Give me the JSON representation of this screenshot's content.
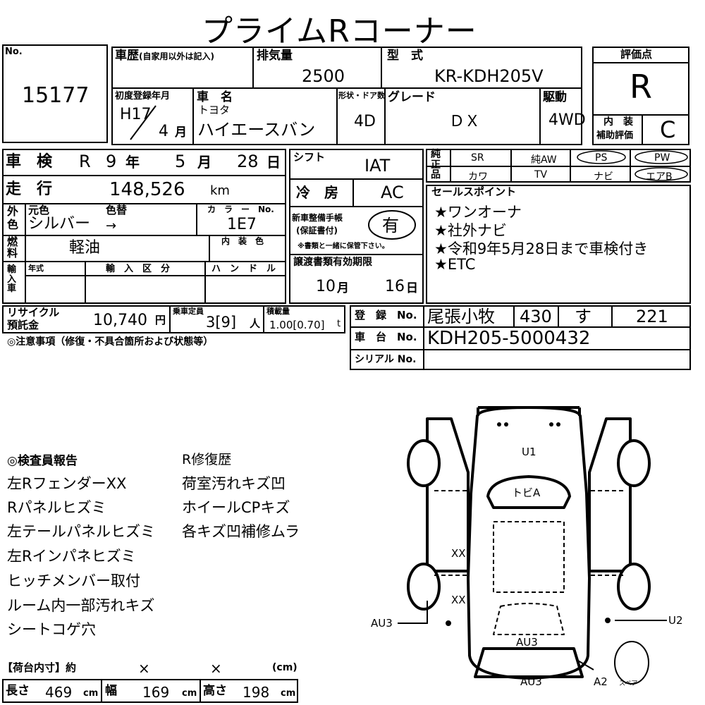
{
  "title": "プライムRコーナー",
  "lot": {
    "label": "No.",
    "number": "15177"
  },
  "history": {
    "label": "車歴",
    "note": "(自家用以外は記入)"
  },
  "displacement": {
    "label": "排気量",
    "value": "2500"
  },
  "model": {
    "label": "型　式",
    "value": "KR-KDH205V"
  },
  "rating": {
    "label": "評価点",
    "value": "R",
    "interior_label_1": "内　装",
    "interior_label_2": "補助評価",
    "interior_value": "C"
  },
  "first_reg": {
    "label": "初度登録年月",
    "year": "H17",
    "month": "4",
    "month_unit": "月"
  },
  "car_name": {
    "label": "車　名",
    "maker": "トヨタ",
    "value": "ハイエースバン"
  },
  "doors": {
    "label": "形状・ドア数",
    "value": "4D"
  },
  "grade": {
    "label": "グレード",
    "value": "ＤＸ"
  },
  "drive": {
    "label": "駆動",
    "value": "4WD"
  },
  "inspection": {
    "label": "車　検",
    "era": "R",
    "year": "9",
    "year_unit": "年",
    "month": "5",
    "month_unit": "月",
    "day": "28",
    "day_unit": "日"
  },
  "shift": {
    "label": "シフト",
    "value": "IAT"
  },
  "mileage": {
    "label": "走　行",
    "value": "148,526",
    "unit": "km"
  },
  "aircon": {
    "label": "冷　房",
    "value": "AC"
  },
  "color": {
    "label_1": "外",
    "label_2": "色",
    "orig_label": "元色",
    "change_label": "色替",
    "value": "シルバー",
    "arrow": "→",
    "code_label": "カ　ラ　ー　No.",
    "code": "1E7",
    "interior_color_label": "内　装　色"
  },
  "fuel": {
    "label_1": "燃",
    "label_2": "料",
    "value": "軽油"
  },
  "manual": {
    "label_1": "新車整備手帳",
    "label_2": "(保証書付)",
    "value": "有",
    "note": "※書類と一緒に保管下さい。"
  },
  "import": {
    "label": "輸入車",
    "year_label": "年式",
    "category_label": "輸　入　区　分",
    "handle_label": "ハ　ン　ド　ル"
  },
  "transfer": {
    "label": "譲渡書類有効期限",
    "month": "10",
    "month_unit": "月",
    "day": "16",
    "day_unit": "日"
  },
  "equipment": {
    "label": "純正品",
    "row1": [
      "SR",
      "純AW",
      "PS",
      "PW"
    ],
    "row2": [
      "カワ",
      "TV",
      "ナビ",
      "エアB"
    ]
  },
  "sales_points": {
    "label": "セールスポイント",
    "items": [
      "★ワンオーナ",
      "★社外ナビ",
      "★令和9年5月28日まで車検付き",
      "★ETC"
    ]
  },
  "recycle": {
    "label_1": "リサイクル",
    "label_2": "預託金",
    "value": "10,740",
    "unit": "円"
  },
  "capacity": {
    "label": "乗車定員",
    "value": "3[9]",
    "unit": "人"
  },
  "load": {
    "label": "積載量",
    "value": "1.00[0.70]",
    "unit": "t"
  },
  "registration": {
    "label": "登　録　No.",
    "region": "尾張小牧",
    "class": "430",
    "kana": "す",
    "number": "221"
  },
  "chassis": {
    "label": "車　台　No.",
    "value": "KDH205-5000432"
  },
  "serial": {
    "label": "シリアル No."
  },
  "notes": {
    "label": "◎注意事項（修復・不具合箇所および状態等）"
  },
  "inspector": {
    "label": "◎検査員報告",
    "left": [
      "左RフェンダーXX",
      "Rパネルヒズミ",
      "左テールパネルヒズミ",
      "左Rインパネヒズミ",
      "ヒッチメンバー取付",
      "ルーム内一部汚れキズ",
      "シートコゲ穴"
    ],
    "right": [
      "R修復歴",
      "荷室汚れキズ凹",
      "ホイールCPキズ",
      "各キズ凹補修ムラ"
    ]
  },
  "cargo": {
    "label": "【荷台内寸】約",
    "x1": "×",
    "x2": "×",
    "unit_label": "(cm)",
    "length_label": "長さ",
    "length": "469",
    "width_label": "幅",
    "width": "169",
    "height_label": "高さ",
    "height": "198",
    "cm": "cm"
  },
  "diagram": {
    "u1": "U1",
    "tobi": "トビA",
    "xx1": "XX",
    "xx2": "XX",
    "au3_left": "AU3",
    "au3_mid": "AU3",
    "au3_bottom": "AU3",
    "u2": "U2",
    "a2": "A2",
    "spare": "スペア"
  }
}
